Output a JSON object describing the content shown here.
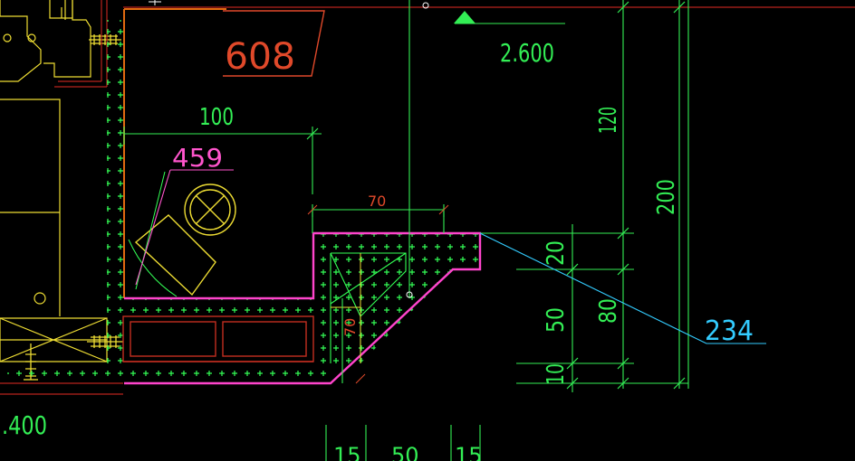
{
  "colors": {
    "background": "#000000",
    "dimension": "#33ee55",
    "section_outline": "#ff44cc",
    "wall": "#e06a10",
    "detail": "#eedd33",
    "hatch": "#33ff55",
    "leader": "#33ccff",
    "callout": "#e0492a"
  },
  "labels": {
    "room_number": "608",
    "elevation_top": "2.600",
    "elevation_bottom": ".400",
    "tag_459": "459",
    "tag_234": "234"
  },
  "dimensions": {
    "d100": "100",
    "d70_top": "70",
    "d70_side": "70",
    "d120": "120",
    "d200": "200",
    "d20": "20",
    "d80": "80",
    "d50_side": "50",
    "d10": "10",
    "d15_left": "15",
    "d50_bottom": "50",
    "d15_right": "15"
  }
}
